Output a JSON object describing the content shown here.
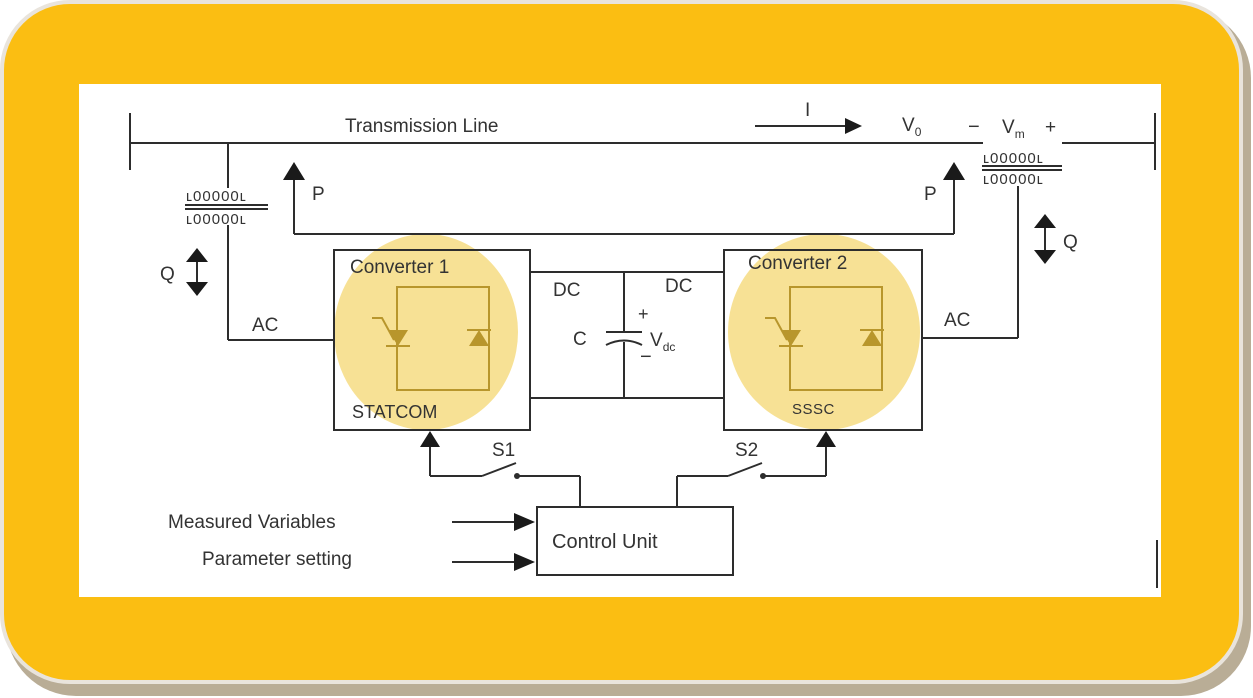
{
  "diagram": {
    "bus_line_label": "Transmission Line",
    "current_label": "I",
    "voltage_left": "V",
    "voltage_left_sub": "0",
    "voltage_series_minus": "−",
    "voltage_series": "V",
    "voltage_series_sub": "m",
    "voltage_series_plus": "+",
    "power_left": "P",
    "power_right": "P",
    "reactive_left": "Q",
    "reactive_right": "Q",
    "ac_left": "AC",
    "ac_right": "AC",
    "dc_left": "DC",
    "dc_right": "DC",
    "capacitor": "C",
    "cap_plus": "+",
    "cap_minus": "−",
    "vdc": "V",
    "vdc_sub": "dc",
    "converter1_title": "Converter 1",
    "converter1_type": "STATCOM",
    "converter2_title": "Converter 2",
    "converter2_type": "SSSC",
    "switch1": "S1",
    "switch2": "S2",
    "control_unit": "Control Unit",
    "input1": "Measured Variables",
    "input2": "Parameter setting",
    "transformer_coil": "ʟ00000ʟ"
  },
  "colors": {
    "frame": "#fbbe12",
    "highlight": "#f6dc83",
    "converter_inner": "#b8962c",
    "line": "#2d2d2d"
  }
}
